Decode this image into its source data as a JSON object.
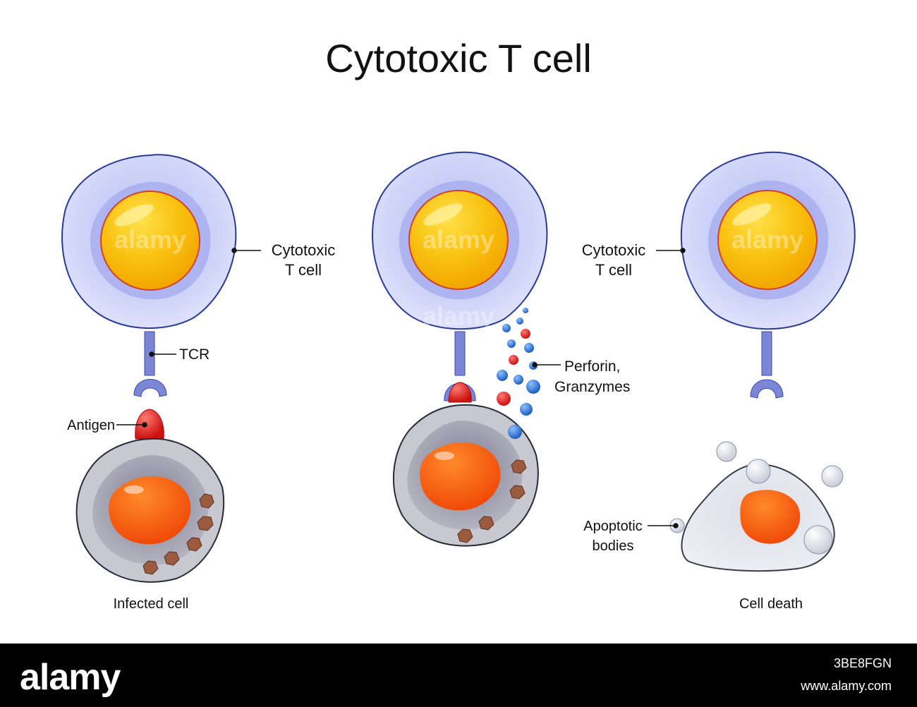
{
  "title": "Cytotoxic T cell",
  "labels": {
    "cytotoxic_left_line1": "Cytotoxic",
    "cytotoxic_left_line2": "T cell",
    "cytotoxic_right_line1": "Cytotoxic",
    "cytotoxic_right_line2": "T cell",
    "tcr": "TCR",
    "antigen": "Antigen",
    "perforin_line1": "Perforin,",
    "perforin_line2": "Granzymes",
    "apoptotic_line1": "Apoptotic",
    "apoptotic_line2": "bodies",
    "infected_cell": "Infected cell",
    "cell_death": "Cell death"
  },
  "colors": {
    "cytoplasm": "#c9cff7",
    "membrane": "#2a3a9a",
    "nucleus": "#f5b800",
    "infected_nucleus": "#f05a10",
    "infected_body": "#8e8e9c",
    "antigen": "#e52a1e",
    "granzyme_blue": "#2f72d0",
    "granzyme_red": "#e01e1e",
    "virus": "#9b5b3f"
  },
  "watermark": "alamy",
  "footer": {
    "logo": "alamy",
    "image_id": "3BE8FGN",
    "site": "www.alamy.com"
  }
}
